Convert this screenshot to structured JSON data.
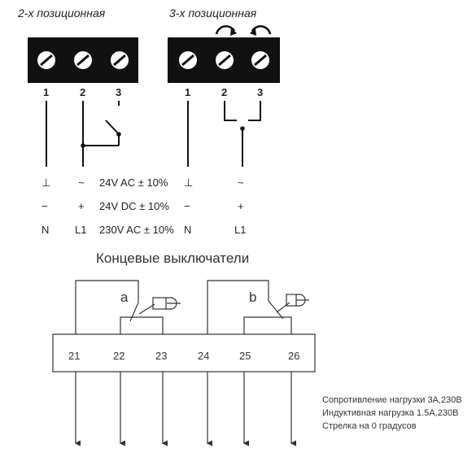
{
  "block_2pos": {
    "title": "2-х позиционная",
    "terminal_numbers": [
      "1",
      "2",
      "3"
    ]
  },
  "block_3pos": {
    "title": "3-х позиционная",
    "terminal_numbers": [
      "1",
      "2",
      "3"
    ]
  },
  "supply_table": {
    "rows": [
      {
        "c1": "⊥",
        "c2": "~",
        "voltage": "24V AC ± 10%",
        "c4": "⊥",
        "c5": "~"
      },
      {
        "c1": "−",
        "c2": "+",
        "voltage": "24V DC ± 10%",
        "c4": "−",
        "c5": "+"
      },
      {
        "c1": "N",
        "c2": "L1",
        "voltage": "230V AC ± 10%",
        "c4": "N",
        "c5": "L1"
      }
    ]
  },
  "limit_switches": {
    "title": "Концевые выключатели",
    "switch_a": "a",
    "switch_b": "b",
    "terminals": [
      "21",
      "22",
      "23",
      "24",
      "25",
      "26"
    ]
  },
  "notes": [
    "Сопротивление нагрузки 3А,230В",
    "Индуктивная нагрузка 1.5А,230В",
    "Стрелка на 0 градусов"
  ]
}
